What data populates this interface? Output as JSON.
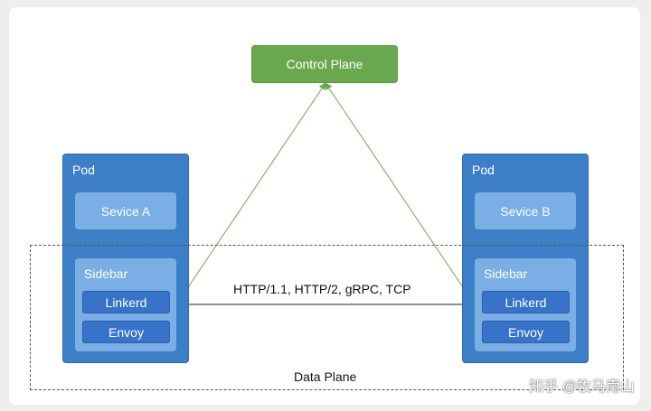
{
  "control_plane": "Control Plane",
  "data_plane": "Data Plane",
  "protocols": "HTTP/1.1, HTTP/2, gRPC, TCP",
  "pods": [
    {
      "title": "Pod",
      "service": "Sevice A",
      "sidebar": "Sidebar",
      "proxies": [
        "Linkerd",
        "Envoy"
      ]
    },
    {
      "title": "Pod",
      "service": "Sevice B",
      "sidebar": "Sidebar",
      "proxies": [
        "Linkerd",
        "Envoy"
      ]
    }
  ],
  "watermark": "知乎 @牧马南山",
  "colors": {
    "control": "#6aa84f",
    "pod": "#3d7fc6",
    "service": "#7aaee4",
    "proxy": "#3773c9"
  }
}
